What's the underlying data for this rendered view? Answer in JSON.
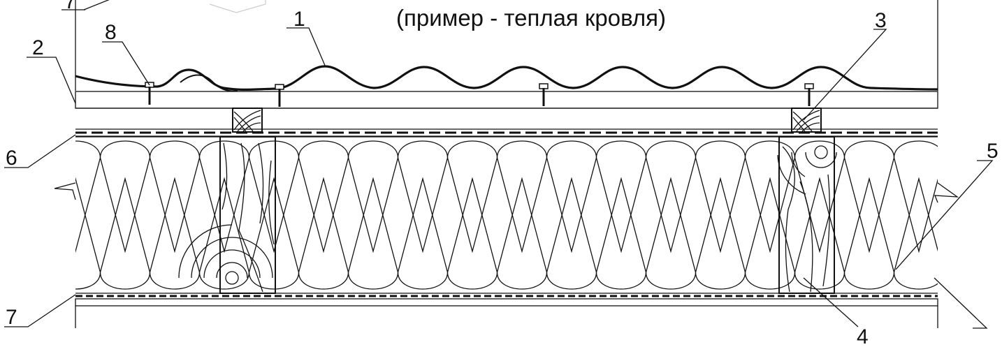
{
  "title": "(пример - теплая  кровля)",
  "callouts": [
    {
      "id": "c1",
      "label": "1"
    },
    {
      "id": "c2",
      "label": "2"
    },
    {
      "id": "c3",
      "label": "3"
    },
    {
      "id": "c4",
      "label": "4"
    },
    {
      "id": "c5",
      "label": "5"
    },
    {
      "id": "c6",
      "label": "6"
    },
    {
      "id": "c7",
      "label": "7"
    },
    {
      "id": "c8",
      "label": "8"
    }
  ],
  "corner_fragment_label": "7",
  "colors": {
    "ink": "#111111",
    "paper": "#ffffff",
    "faint": "#cccccc"
  }
}
